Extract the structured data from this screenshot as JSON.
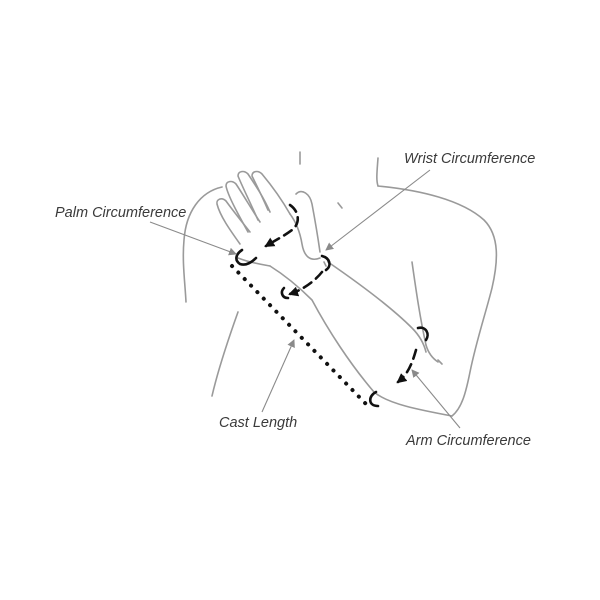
{
  "labels": {
    "palm": "Palm Circumference",
    "wrist": "Wrist Circumference",
    "cast": "Cast Length",
    "arm": "Arm Circumference"
  },
  "colors": {
    "outline": "#9a9a9a",
    "marker": "#111111",
    "leader": "#8a8a8a",
    "text": "#3a3a3a"
  }
}
